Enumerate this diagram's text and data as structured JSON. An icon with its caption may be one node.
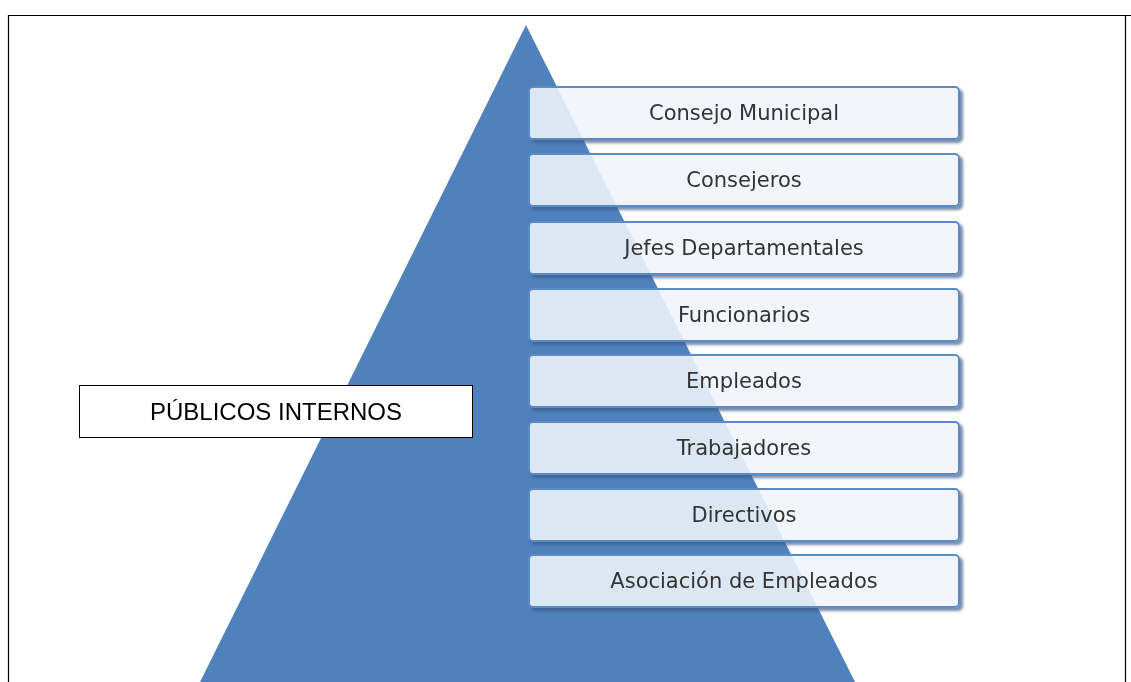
{
  "diagram": {
    "nodes": [
      {
        "text": [
          "PÚBLICOS INTERNOS"
        ]
      },
      {
        "text": [
          "Consejo Municipal"
        ]
      },
      {
        "text": [
          "Consejeros"
        ]
      },
      {
        "text": [
          "Jefes Departamentales"
        ]
      },
      {
        "text": [
          "Funcionarios"
        ]
      },
      {
        "text": [
          "Empleados"
        ]
      },
      {
        "text": [
          "Trabajadores"
        ]
      },
      {
        "text": [
          "Directivos"
        ]
      },
      {
        "text": [
          "Asociación de Empleados"
        ]
      }
    ]
  }
}
